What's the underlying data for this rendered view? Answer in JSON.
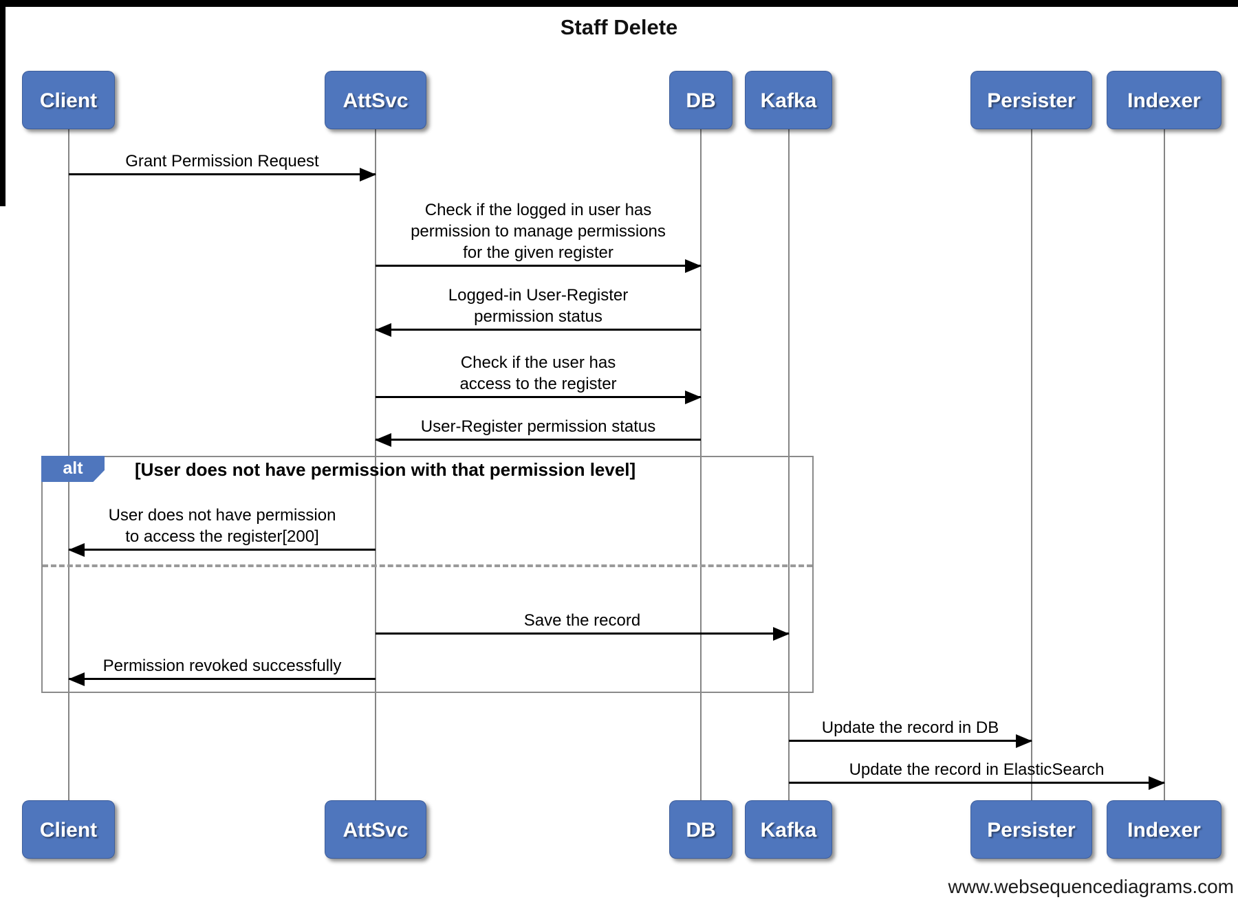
{
  "title": "Staff Delete",
  "watermark": "www.websequencediagrams.com",
  "colors": {
    "actor-fill": "#4f76bd",
    "lifeline": "#848484",
    "frame-border": "#8a8a8a",
    "arrow": "#000000"
  },
  "actors": [
    {
      "name": "Client"
    },
    {
      "name": "AttSvc"
    },
    {
      "name": "DB"
    },
    {
      "name": "Kafka"
    },
    {
      "name": "Persister"
    },
    {
      "name": "Indexer"
    }
  ],
  "alt": {
    "label": "alt",
    "condition": "[User does not have permission with that permission level]"
  },
  "messages": [
    {
      "from": "Client",
      "to": "AttSvc",
      "text": "Grant Permission Request"
    },
    {
      "from": "AttSvc",
      "to": "DB",
      "text": "Check if the logged in user has\npermission to manage permissions\nfor the given register"
    },
    {
      "from": "DB",
      "to": "AttSvc",
      "text": "Logged-in User-Register\npermission status"
    },
    {
      "from": "AttSvc",
      "to": "DB",
      "text": "Check if the user has\naccess to the register"
    },
    {
      "from": "DB",
      "to": "AttSvc",
      "text": "User-Register permission status"
    },
    {
      "from": "AttSvc",
      "to": "Client",
      "text": "User does not have permission\nto access the register[200]"
    },
    {
      "from": "AttSvc",
      "to": "Kafka",
      "text": "Save the record"
    },
    {
      "from": "AttSvc",
      "to": "Client",
      "text": "Permission revoked successfully"
    },
    {
      "from": "Kafka",
      "to": "Persister",
      "text": "Update the record in DB"
    },
    {
      "from": "Kafka",
      "to": "Indexer",
      "text": "Update the record in ElasticSearch"
    }
  ]
}
